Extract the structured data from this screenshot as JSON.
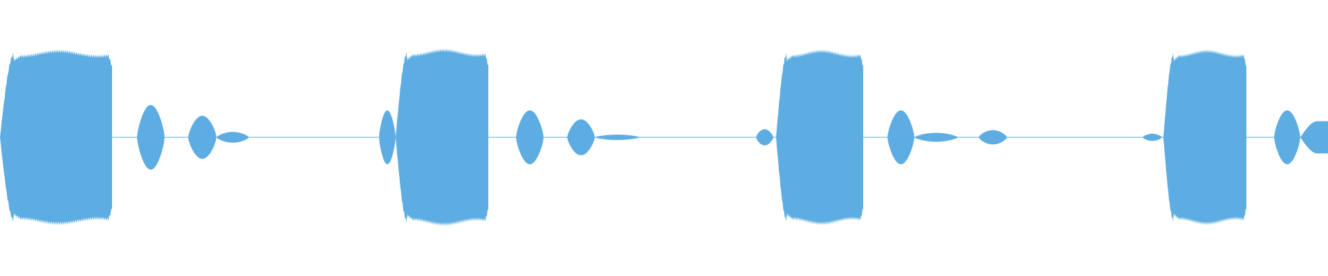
{
  "waveform": {
    "color": "#5dade2",
    "background": "#ffffff",
    "bursts": [
      {
        "kind": "main",
        "peak": 0.95
      },
      {
        "kind": "blip-large",
        "peak": 0.36
      },
      {
        "kind": "blip-medium",
        "peak": 0.24
      },
      {
        "kind": "blip-small",
        "peak": 0.06
      },
      {
        "kind": "pre-blip",
        "peak": 0.3
      },
      {
        "kind": "main",
        "peak": 0.96
      },
      {
        "kind": "blip-large",
        "peak": 0.3
      },
      {
        "kind": "blip-medium",
        "peak": 0.2
      },
      {
        "kind": "blip-small",
        "peak": 0.03
      },
      {
        "kind": "pre-blip",
        "peak": 0.09
      },
      {
        "kind": "main",
        "peak": 0.95
      },
      {
        "kind": "blip-large",
        "peak": 0.3
      },
      {
        "kind": "blip-small",
        "peak": 0.05
      },
      {
        "kind": "blip-small",
        "peak": 0.08
      },
      {
        "kind": "pre-blip",
        "peak": 0.04
      },
      {
        "kind": "main",
        "peak": 0.95
      },
      {
        "kind": "blip-large",
        "peak": 0.3
      },
      {
        "kind": "blip-edge",
        "peak": 0.18
      }
    ]
  }
}
